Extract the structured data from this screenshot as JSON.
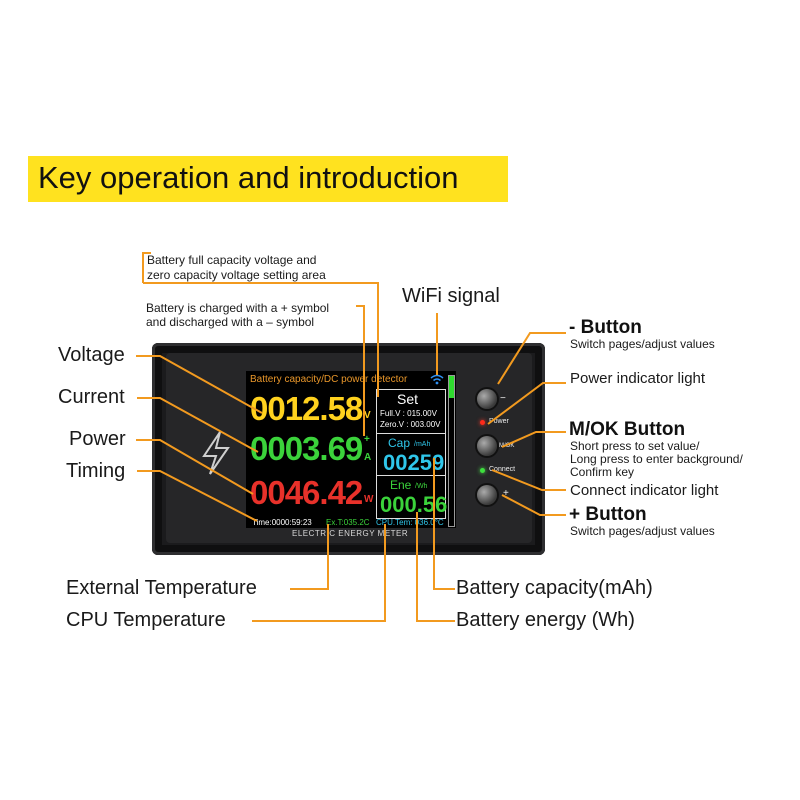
{
  "header": {
    "title": "Key operation and introduction"
  },
  "labels": {
    "battery_setting_area": [
      "Battery full capacity voltage and",
      "zero capacity voltage setting area"
    ],
    "charge_symbol": [
      "Battery is charged with a + symbol",
      "and discharged with a – symbol"
    ],
    "wifi_signal": "WiFi signal",
    "voltage": "Voltage",
    "current": "Current",
    "power": "Power",
    "timing": "Timing",
    "external_temperature": "External Temperature",
    "cpu_temperature": "CPU Temperature",
    "battery_capacity": "Battery capacity(mAh)",
    "battery_energy": "Battery energy (Wh)"
  },
  "buttons": {
    "minus": {
      "title": "- Button",
      "desc": "Switch pages/adjust values"
    },
    "power_light": {
      "title": "Power indicator light"
    },
    "mok": {
      "title": "M/OK Button",
      "desc": [
        "Short press to set value/",
        "Long press to enter background/",
        "Confirm key"
      ]
    },
    "connect_light": {
      "title": "Connect indicator light"
    },
    "plus": {
      "title": "+ Button",
      "desc": "Switch pages/adjust values"
    }
  },
  "device": {
    "screen_title": "Battery capacity/DC power detector",
    "voltage": {
      "value": "0012.58",
      "unit": "V"
    },
    "current": {
      "value": "0003.69",
      "unit": "A",
      "sign": "+"
    },
    "power": {
      "value": "0046.42",
      "unit": "W"
    },
    "set_panel": {
      "title": "Set",
      "full": "Full.V : 015.00V",
      "zero": "Zero.V : 003.00V"
    },
    "capacity": {
      "label": "Cap",
      "unit": "/mAh",
      "value": "00259"
    },
    "energy": {
      "label": "Ene",
      "unit": "/Wh",
      "value": "000.56"
    },
    "timer": "Time:0000:59:23",
    "ext_temp": "Ex.T:035.2C",
    "cpu_temp": "CPU.Tem: 036.0°C",
    "meter_name": "ELECTRIC ENERGY METER",
    "btn_minus_glyph": "−",
    "btn_plus_glyph": "+",
    "power_text": "Power",
    "mok_text": "M/OK",
    "connect_text": "Connect"
  },
  "colors": {
    "accent": "#f29a1f",
    "banner": "#ffe21f",
    "voltage": "#ffd21e",
    "current": "#3bd33b",
    "power": "#e8312a",
    "capacity": "#2fc6ea",
    "energy": "#3bd33b"
  },
  "icons": {
    "device_logo": "lightning-bolt-icon",
    "wifi": "wifi-icon"
  }
}
